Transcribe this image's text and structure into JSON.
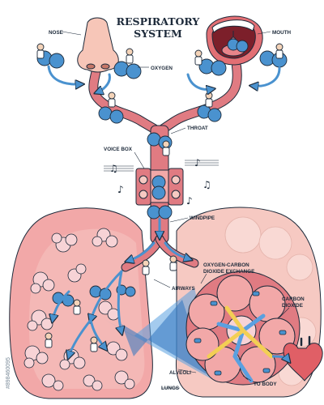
{
  "title": {
    "line1": "RESPIRATORY",
    "line2": "SYSTEM"
  },
  "labels": {
    "nose": "NOSE",
    "mouth": "MOUTH",
    "oxygen": "OXYGEN",
    "throat": "THROAT",
    "voice_box": "VOICE BOX",
    "windpipe": "WINDPIPE",
    "exchange_line1": "OXYGEN-CARBON",
    "exchange_line2": "DIOXIDE EXCHANGE",
    "airways": "AIRWAYS",
    "carbon_line1": "CARBON",
    "carbon_line2": "DIOXIDE",
    "alveoli": "ALVEOLI",
    "lungs": "LUNGS",
    "to_body": "TO BODY"
  },
  "stock_id": "#898460095",
  "colors": {
    "outline": "#1d2a3a",
    "airflow": "#4a92cf",
    "tissue_pink": "#f2a8a8",
    "tissue_deep": "#e07b82",
    "lung_light": "#f6c9c2",
    "alveolus": "#f7d3d6",
    "oxygen_yellow": "#f3cf54",
    "highlight_blue": "#5aa0e0"
  }
}
